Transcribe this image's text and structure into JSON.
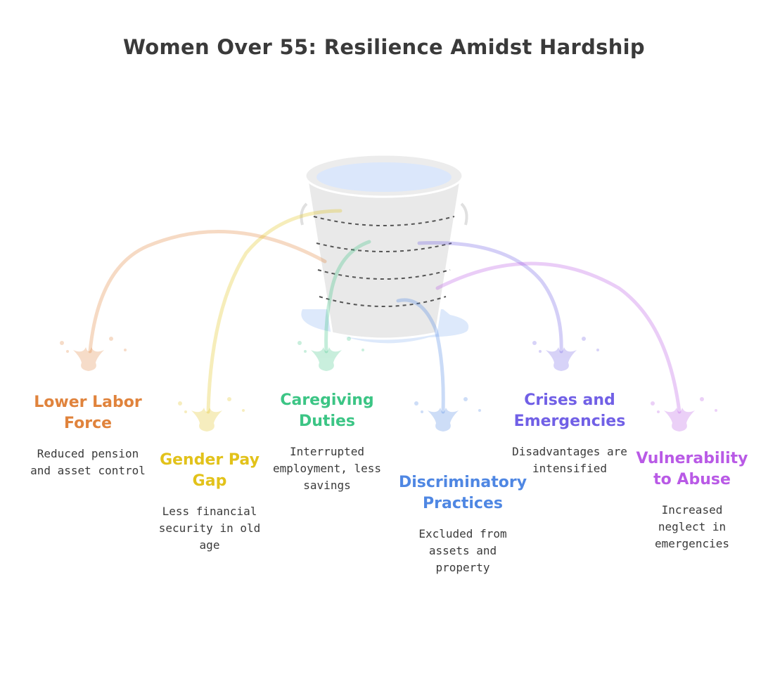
{
  "title": "Women Over 55: Resilience Amidst Hardship",
  "colors": {
    "lower_labor": "#e0833c",
    "pay_gap": "#e2c21a",
    "caregiving": "#3cc585",
    "discriminatory": "#4f87e3",
    "crises": "#7160e6",
    "abuse": "#b95ae6"
  },
  "leaks": [
    {
      "key": "lower_labor",
      "title": "Lower Labor Force",
      "description": "Reduced pension and asset control",
      "icon": "water-splash-icon"
    },
    {
      "key": "pay_gap",
      "title": "Gender Pay Gap",
      "description": "Less financial security in old age",
      "icon": "water-splash-icon"
    },
    {
      "key": "caregiving",
      "title": "Caregiving Duties",
      "description": "Interrupted employment, less savings",
      "icon": "water-splash-icon"
    },
    {
      "key": "discriminatory",
      "title": "Discriminatory Practices",
      "description": "Excluded from assets and property",
      "icon": "water-splash-icon"
    },
    {
      "key": "crises",
      "title": "Crises and Emergencies",
      "description": "Disadvantages are intensified",
      "icon": "water-splash-icon"
    },
    {
      "key": "abuse",
      "title": "Vulnerability to Abuse",
      "description": "Increased neglect in emergencies",
      "icon": "water-splash-icon"
    }
  ],
  "bucket": {
    "icon": "leaking-bucket-icon"
  }
}
